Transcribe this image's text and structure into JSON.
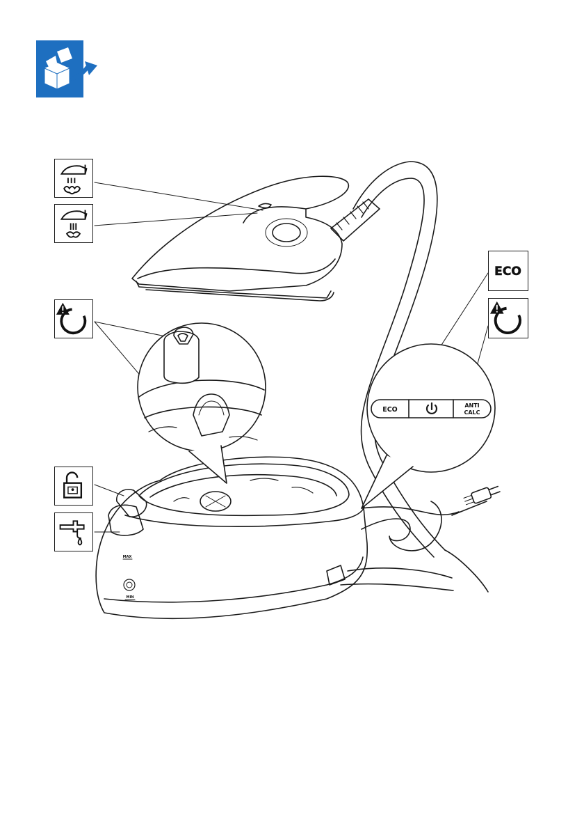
{
  "panel": {
    "eco_button": "ECO",
    "anticalc_line1": "ANTI",
    "anticalc_line2": "CALC"
  },
  "tank_marks": {
    "max": "MAX",
    "min": "MIN"
  },
  "callouts": {
    "eco_icon_text": "ECO"
  },
  "icons": [
    "unpack-box-icon",
    "iron-steam-icon",
    "iron-steam-trigger-icon",
    "warning-anticalc-icon",
    "eco-icon",
    "warning-anticalc-icon",
    "unlock-icon",
    "water-tap-icon"
  ],
  "colors": {
    "brand_blue": "#1e6fc0",
    "line": "#1a1a1a"
  }
}
